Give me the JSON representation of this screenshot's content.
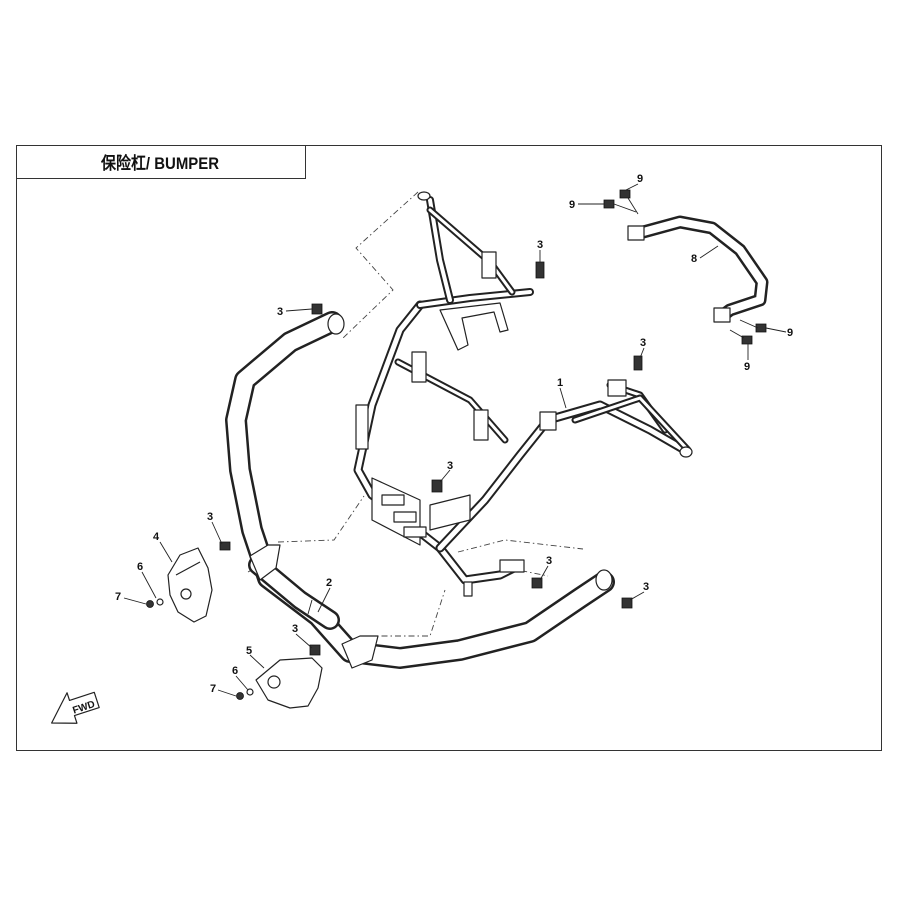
{
  "title": "保险杠/ BUMPER",
  "fwd_label": "FWD",
  "callouts": {
    "c1": "1",
    "c2": "2",
    "c3a": "3",
    "c3b": "3",
    "c3c": "3",
    "c3d": "3",
    "c3e": "3",
    "c3f": "3",
    "c3g": "3",
    "c3h": "3",
    "c4": "4",
    "c5": "5",
    "c6a": "6",
    "c6b": "6",
    "c7a": "7",
    "c7b": "7",
    "c8": "8",
    "c9a": "9",
    "c9b": "9",
    "c9c": "9",
    "c9d": "9"
  }
}
